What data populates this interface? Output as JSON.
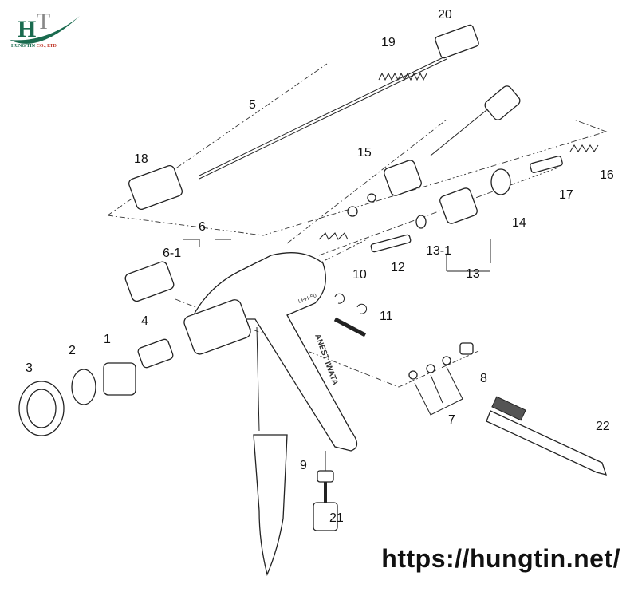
{
  "logo": {
    "letters": "HT",
    "company_prefix": "HUNG TIN ",
    "company_suffix": "CO., LTD"
  },
  "body_markings": {
    "brand": "ANEST IWATA",
    "model": "LPH-50"
  },
  "part_labels": [
    "20",
    "19",
    "5",
    "18",
    "15",
    "16",
    "17",
    "14",
    "6",
    "6-1",
    "12",
    "13-1",
    "13",
    "10",
    "11",
    "4",
    "1",
    "2",
    "3",
    "8",
    "7",
    "22",
    "9",
    "21"
  ],
  "website": "https://hungtin.net/",
  "colors": {
    "logo_green": "#1a6b4f",
    "logo_red": "#c0392b",
    "ink": "#222222"
  }
}
